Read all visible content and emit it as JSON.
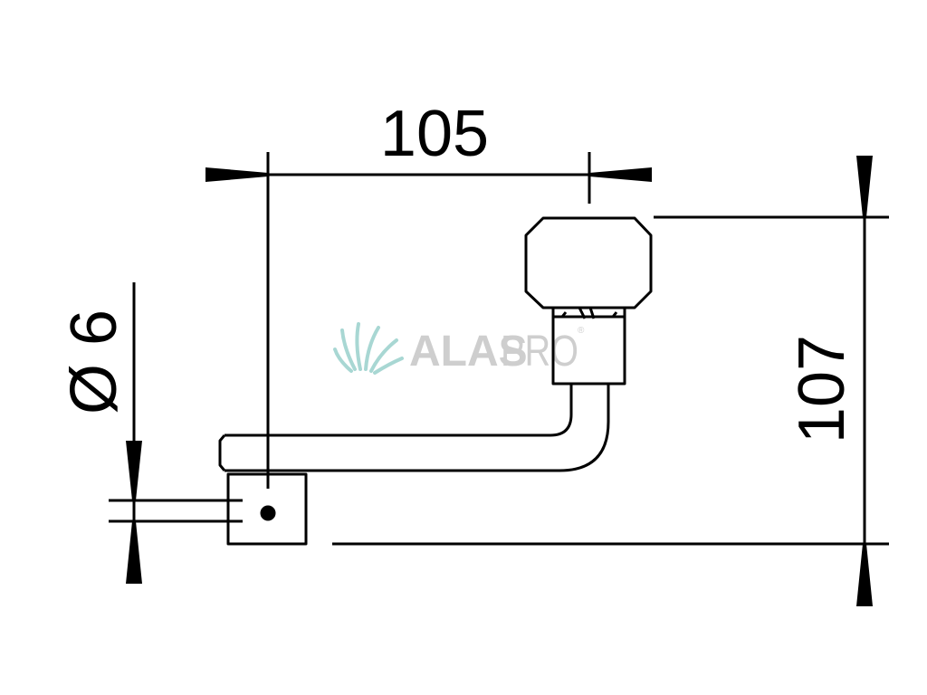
{
  "drawing": {
    "dimensions": {
      "width_label": "105",
      "height_label": "107",
      "diameter_label": "Ø 6"
    },
    "watermark": {
      "brand_bold": "ALAS",
      "brand_light": "PRO",
      "mark": "®"
    },
    "colors": {
      "line": "#000000",
      "background": "#ffffff",
      "watermark_teal": "#9fd3cf",
      "watermark_grey": "#c9c9c9"
    }
  }
}
